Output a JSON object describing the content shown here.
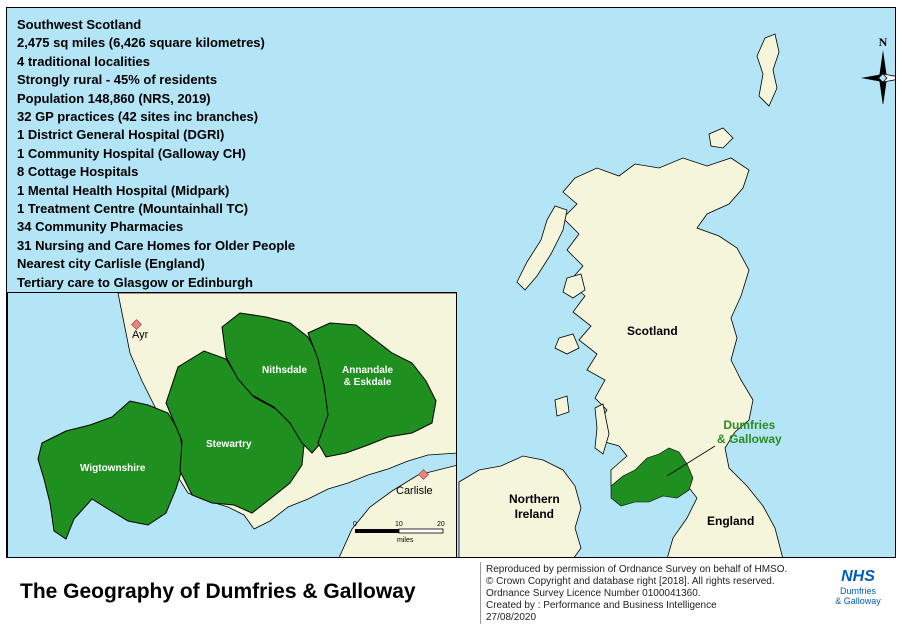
{
  "facts": [
    "Southwest Scotland",
    "2,475 sq miles (6,426 square kilometres)",
    "4 traditional localities",
    "Strongly rural - 45% of residents",
    "Population 148,860 (NRS, 2019)",
    "32 GP practices (42 sites inc branches)",
    "1 District General Hospital (DGRI)",
    "1 Community Hospital (Galloway CH)",
    "8 Cottage Hospitals",
    "1 Mental Health Hospital (Midpark)",
    "1 Treatment Centre (Mountainhall TC)",
    "34 Community Pharmacies",
    "31 Nursing and Care Homes for Older People",
    "Nearest city Carlisle (England)",
    "Tertiary care to Glasgow or Edinburgh"
  ],
  "main_map": {
    "labels": {
      "scotland": "Scotland",
      "dumfries_line1": "Dumfries",
      "dumfries_line2": "& Galloway",
      "ni_line1": "Northern",
      "ni_line2": "Ireland",
      "england": "England"
    },
    "north_label": "N"
  },
  "inset_map": {
    "localities": {
      "wigtownshire": "Wigtownshire",
      "stewartry": "Stewartry",
      "nithsdale": "Nithsdale",
      "annandale_line1": "Annandale",
      "annandale_line2": "& Eskdale"
    },
    "towns": {
      "ayr": "Ayr",
      "carlisle": "Carlisle"
    },
    "scale": {
      "ticks": [
        "0",
        "10",
        "20"
      ],
      "unit": "miles"
    }
  },
  "footer": {
    "title": "The Geography of Dumfries & Galloway",
    "credits": [
      "Reproduced by permission of Ordnance Survey on behalf of HMSO.",
      "© Crown Copyright and database right [2018]. All rights reserved.",
      "Ordnance Survey Licence Number 0100041360.",
      "Created by : Performance and Business Intelligence",
      "27/08/2020"
    ],
    "logo": {
      "badge": "NHS",
      "line1": "Dumfries",
      "line2": "& Galloway"
    }
  },
  "colors": {
    "sea": "#b3e5f7",
    "land": "#f5f5dc",
    "region": "#1f8f1f",
    "dg_label": "#2e8b1f",
    "nhs_blue": "#005eb8",
    "town_marker": "#f08080"
  }
}
